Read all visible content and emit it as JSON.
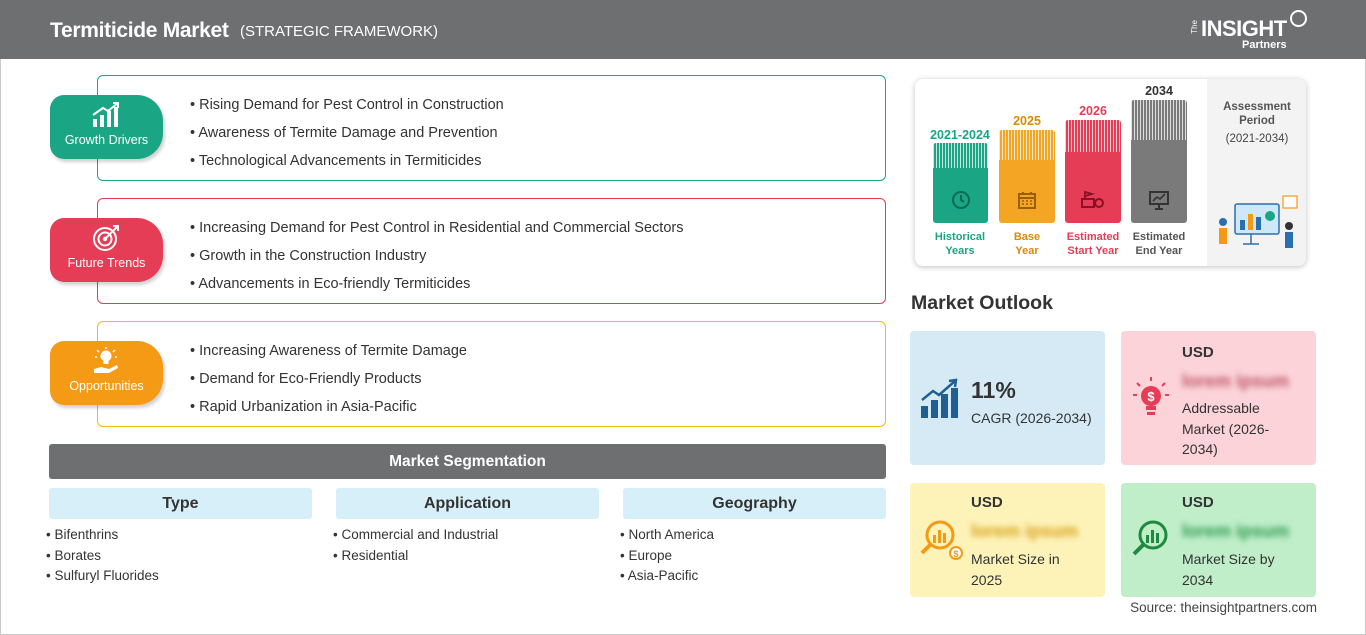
{
  "header": {
    "title": "Termiticide Market",
    "subtitle": "(STRATEGIC FRAMEWORK)",
    "logo": {
      "the": "The",
      "insight": "INSIGHT",
      "partners": "Partners"
    }
  },
  "sections": [
    {
      "label": "Growth Drivers",
      "icon": "growth-chart-icon",
      "color": "#1aa584",
      "items": [
        "Rising Demand for Pest Control in Construction",
        "Awareness of Termite Damage and Prevention",
        "Technological Advancements in Termiticides"
      ]
    },
    {
      "label": "Future Trends",
      "icon": "target-icon",
      "color": "#e43d55",
      "items": [
        "Increasing Demand for Pest Control in Residential and Commercial Sectors",
        "Growth in the Construction Industry",
        "Advancements in Eco-friendly Termiticides"
      ]
    },
    {
      "label": "Opportunities",
      "icon": "lightbulb-hand-icon",
      "color": "#f59a14",
      "items": [
        "Increasing Awareness of Termite Damage",
        "Demand for Eco-Friendly Products",
        "Rapid Urbanization in Asia-Pacific"
      ]
    }
  ],
  "segmentation": {
    "title": "Market Segmentation",
    "columns": [
      {
        "head": "Type",
        "items": [
          "Bifenthrins",
          "Borates",
          "Sulfuryl Fluorides"
        ]
      },
      {
        "head": "Application",
        "items": [
          "Commercial and Industrial",
          "Residential"
        ]
      },
      {
        "head": "Geography",
        "items": [
          "North America",
          "Europe",
          "Asia-Pacific"
        ]
      }
    ]
  },
  "timeline": {
    "bars": [
      {
        "year": "2021-2024",
        "label_lines": [
          "Historical",
          "Years"
        ],
        "color": "#1aa584",
        "icon": "history-icon"
      },
      {
        "year": "2025",
        "label_lines": [
          "Base",
          "Year"
        ],
        "color": "#f59a14",
        "icon": "calendar-icon"
      },
      {
        "year": "2026",
        "label_lines": [
          "Estimated",
          "Start Year"
        ],
        "color": "#e43d55",
        "icon": "start-flag-icon"
      },
      {
        "year": "2034",
        "label_lines": [
          "Estimated",
          "End Year"
        ],
        "color": "#7a7a7a",
        "icon": "presentation-icon"
      }
    ],
    "assessment_title": "Assessment Period",
    "assessment_range": "(2021-2034)"
  },
  "outlook": {
    "title": "Market Outlook",
    "cagr_value": "11%",
    "cagr_label": "CAGR (2026-2034)",
    "addressable_currency": "USD",
    "addressable_value": "lorem ipsum",
    "addressable_label": "Addressable Market (2026-2034)",
    "size2025_currency": "USD",
    "size2025_value": "lorem ipsum",
    "size2025_label": "Market Size in 2025",
    "size2034_currency": "USD",
    "size2034_value": "lorem ipsum",
    "size2034_label": "Market Size by 2034"
  },
  "source": "Source: theinsightpartners.com"
}
